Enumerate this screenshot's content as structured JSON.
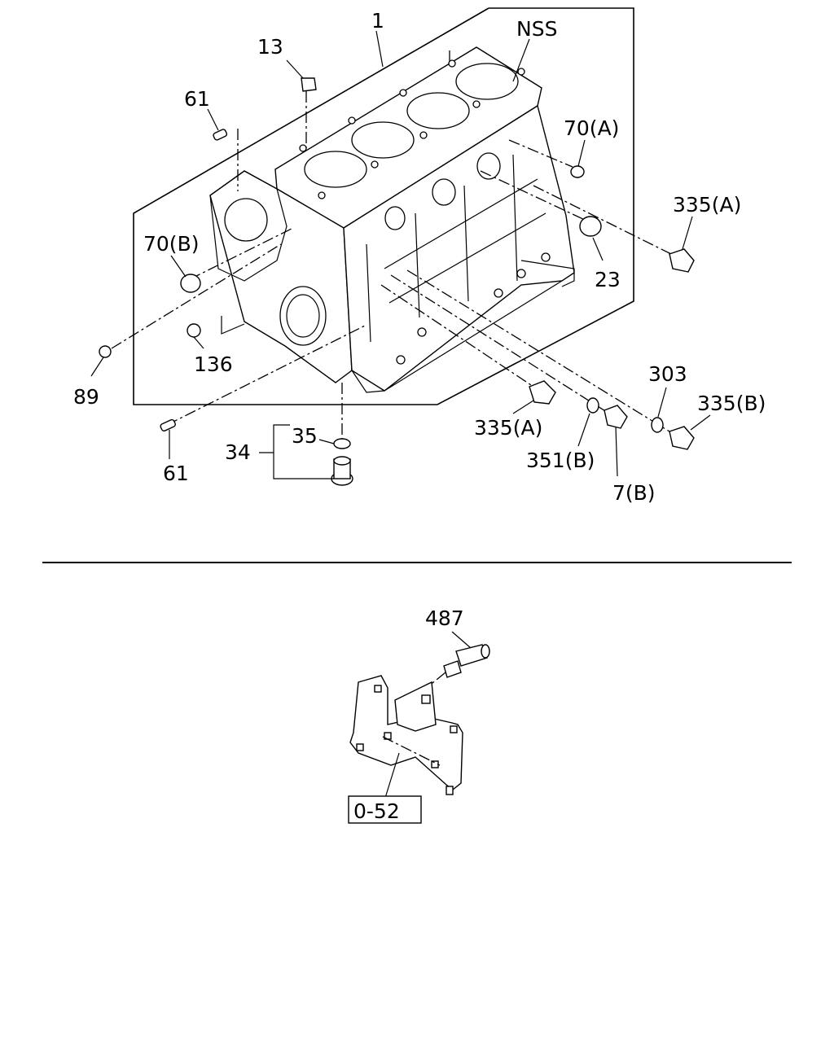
{
  "callouts": {
    "c1": "1",
    "c13": "13",
    "c61_top": "61",
    "cNSS": "NSS",
    "c70A": "70(A)",
    "c335A_r": "335(A)",
    "c70B": "70(B)",
    "c23": "23",
    "c136": "136",
    "c89": "89",
    "c303": "303",
    "c335B": "335(B)",
    "c335A_b": "335(A)",
    "c351B": "351(B)",
    "c7B": "7(B)",
    "c35": "35",
    "c34": "34",
    "c61_bot": "61",
    "c487": "487",
    "ref_box": "0-52"
  }
}
